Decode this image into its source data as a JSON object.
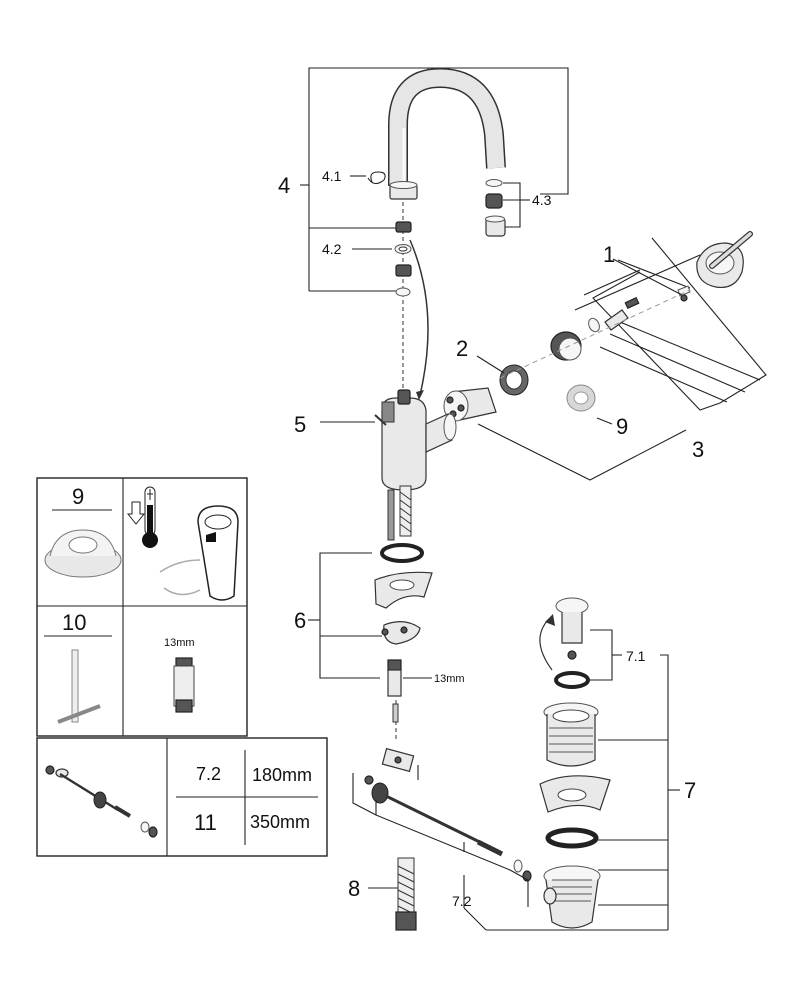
{
  "callouts": {
    "c1": "1",
    "c2": "2",
    "c3": "3",
    "c4": "4",
    "c4_1": "4.1",
    "c4_2": "4.2",
    "c4_3": "4.3",
    "c5": "5",
    "c6": "6",
    "c6_size": "13mm",
    "c7": "7",
    "c7_1": "7.1",
    "c7_2": "7.2",
    "c8": "8",
    "c9": "9"
  },
  "legend": {
    "item9": "9",
    "item10": "10",
    "tool_size": "13mm"
  },
  "rod_table": {
    "row1_part": "7.2",
    "row1_length": "180mm",
    "row2_part": "11",
    "row2_length": "350mm"
  }
}
